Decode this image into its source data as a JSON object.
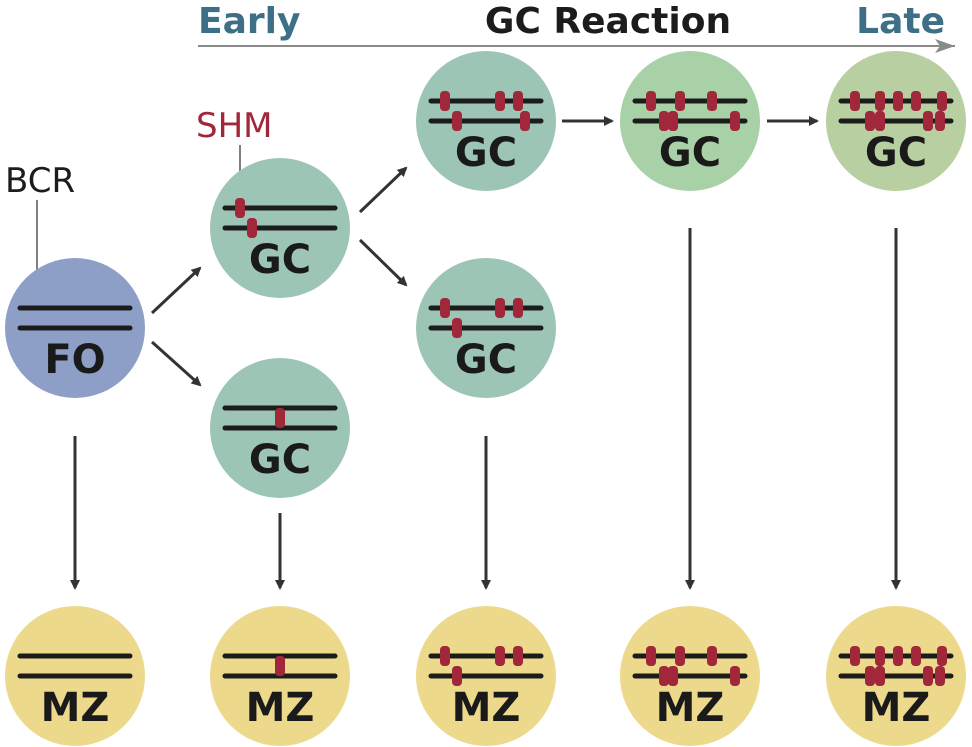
{
  "header": {
    "early_label": "Early",
    "title": "GC Reaction",
    "late_label": "Late"
  },
  "annotations": {
    "shm_label": "SHM",
    "bcr_label": "BCR"
  },
  "cells": {
    "fo": {
      "label": "FO"
    },
    "gc_top": {
      "label": "GC"
    },
    "gc_bottom": {
      "label": "GC"
    },
    "gc_mid_top": {
      "label": "GC"
    },
    "gc_mid_bottom": {
      "label": "GC"
    },
    "gc_late1": {
      "label": "GC"
    },
    "gc_late2": {
      "label": "GC"
    },
    "mz1": {
      "label": "MZ"
    },
    "mz2": {
      "label": "MZ"
    },
    "mz3": {
      "label": "MZ"
    },
    "mz4": {
      "label": "MZ"
    },
    "mz5": {
      "label": "MZ"
    }
  },
  "colors": {
    "fo_fill": "#8e9fc7",
    "gc_teal": "#9cc5b6",
    "gc_green": "#a8d1a7",
    "gc_olive": "#b8d0a1",
    "mz_fill": "#ecd98c",
    "mutation": "#a1283a",
    "accent_blue": "#3d6f87",
    "line": "#1c1c1c"
  }
}
